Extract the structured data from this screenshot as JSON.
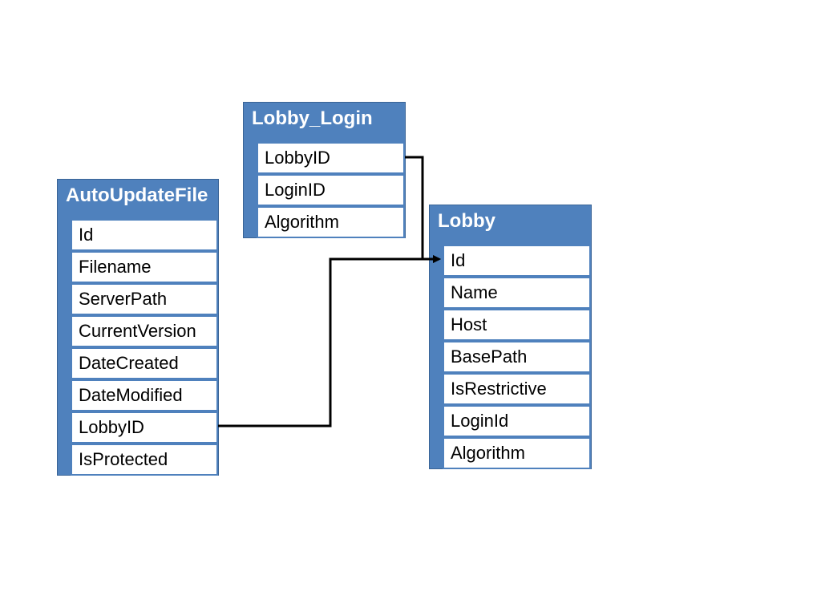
{
  "tables": {
    "autoupdate": {
      "title": "AutoUpdateFile",
      "fields": [
        "Id",
        "Filename",
        "ServerPath",
        "CurrentVersion",
        "DateCreated",
        "DateModified",
        "LobbyID",
        "IsProtected"
      ]
    },
    "lobby_login": {
      "title": "Lobby_Login",
      "fields": [
        "LobbyID",
        "LoginID",
        "Algorithm"
      ]
    },
    "lobby": {
      "title": "Lobby",
      "fields": [
        "Id",
        "Name",
        "Host",
        "BasePath",
        "IsRestrictive",
        "LoginId",
        "Algorithm"
      ]
    }
  },
  "colors": {
    "header": "#4f81bd",
    "border": "#3a6496",
    "connector": "#000000"
  }
}
